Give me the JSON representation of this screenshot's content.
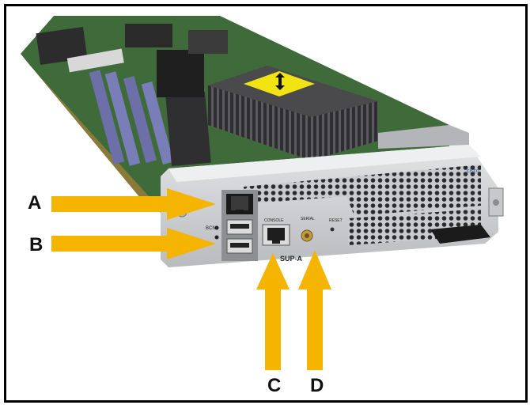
{
  "callouts": {
    "a": "A",
    "b": "B",
    "c": "C",
    "d": "D"
  },
  "panel_text": {
    "brand": "cisco",
    "model": "SUP-A",
    "console": "CONSOLE",
    "serial": "SERIAL",
    "reset": "RESET",
    "bcn": "BCN"
  },
  "colors": {
    "arrow": "#F5B400",
    "border": "#000000",
    "pcb": "#3F6B3A",
    "faceplate": "#CDCFD2",
    "heatsink": "#3A3A3C",
    "label_sticker": "#F2E312"
  },
  "icons": {
    "ethernet_port": "rj45-port-icon",
    "usb_ports": "usb-port-icon",
    "console_port": "rj45-console-icon",
    "antenna_connector": "sma-connector-icon",
    "arrow_sticker": "double-arrow-icon"
  }
}
